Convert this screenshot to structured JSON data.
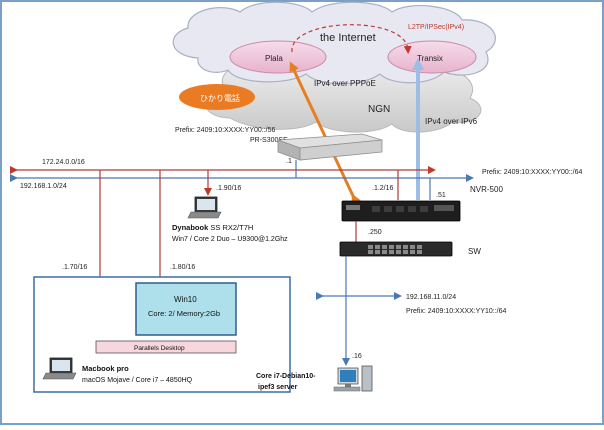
{
  "cloud": {
    "internet_label": "the Internet",
    "ngn_label": "NGN",
    "plala_label": "Plala",
    "transix_label": "Transix",
    "tunnel_label": "L2TP/IPSec(IPv4)",
    "hikari_label": "ひかり電話"
  },
  "links": {
    "pppoe_label": "IPv4 over PPPoE",
    "ipv6_label": "IPv4 over IPv6"
  },
  "pr_router": {
    "prefix_label": "Prefix: 2409:10:XXXX:YY00::/56",
    "model_label": "PR-S300SE",
    "lan_addr": ".1"
  },
  "lan1": {
    "v4_wan": "172.24.0.0/16",
    "v4_lan": "192.168.1.0/24",
    "prefix": "Prefix: 2409:10:XXXX:YY00::/64",
    "nvr_addr_v4": ".1.2/16",
    "nvr_addr_v6": ".51",
    "dyna_addr": ".1.90/16",
    "mac_addr": ".1.70/16",
    "win_addr": ".1.80/16"
  },
  "nvr": {
    "label": "NVR-500",
    "sw_addr": ".250"
  },
  "sw": {
    "label": "SW"
  },
  "lan2": {
    "v4": "192.168.11.0/24",
    "prefix": "Prefix: 2409:10:XXXX:YY10::/64",
    "server_addr": ".16"
  },
  "dynabook": {
    "name": "Dynabook",
    "model": " SS RX2/T7H",
    "spec": "Win7 / Core 2 Duo – U9300@1.2Ghz"
  },
  "win10": {
    "title": "Win10",
    "spec": "Core: 2/ Memory:2Gb"
  },
  "parallels": {
    "label": "Parallels Desktop"
  },
  "macbook": {
    "name": "Macbook pro",
    "spec": "macOS Mojave / Core i7 – 4850HQ"
  },
  "server": {
    "name_line1": "Core i7-Debian10-",
    "name_line2": "ipef3 server"
  }
}
